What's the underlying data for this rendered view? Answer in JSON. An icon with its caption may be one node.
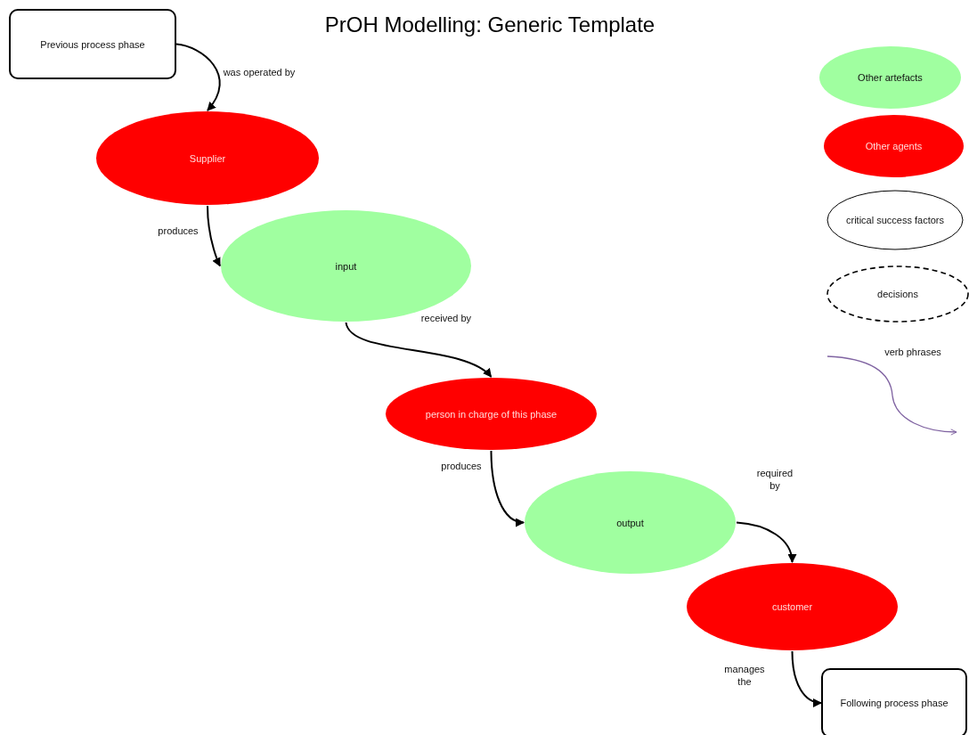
{
  "diagram": {
    "title": "PrOH Modelling: Generic Template",
    "nodes": [
      {
        "text": [
          "Previous process phase"
        ]
      },
      {
        "text": [
          "Supplier"
        ]
      },
      {
        "text": [
          "input"
        ]
      },
      {
        "text": [
          "person in charge of this phase"
        ]
      },
      {
        "text": [
          "output"
        ]
      },
      {
        "text": [
          "customer"
        ]
      },
      {
        "text": [
          "Following process phase"
        ]
      },
      {
        "text": [
          "Other artefacts"
        ]
      },
      {
        "text": [
          "Other agents"
        ]
      },
      {
        "text": [
          "critical success factors"
        ]
      },
      {
        "text": [
          "decisions"
        ]
      }
    ],
    "edges": [
      {
        "from": 0,
        "to": 1,
        "arrow": "to",
        "label": "was operated by"
      },
      {
        "from": 1,
        "to": 2,
        "arrow": "to",
        "label": "produces"
      },
      {
        "from": 2,
        "to": 3,
        "arrow": "to",
        "label": "received by"
      },
      {
        "from": 3,
        "to": 4,
        "arrow": "to",
        "label": "produces"
      },
      {
        "from": 4,
        "to": 5,
        "arrow": "to",
        "label": "required by"
      },
      {
        "from": 5,
        "to": 6,
        "arrow": "to",
        "label": "manages the"
      }
    ],
    "legend": [
      {
        "text": "verb phrases"
      }
    ]
  }
}
